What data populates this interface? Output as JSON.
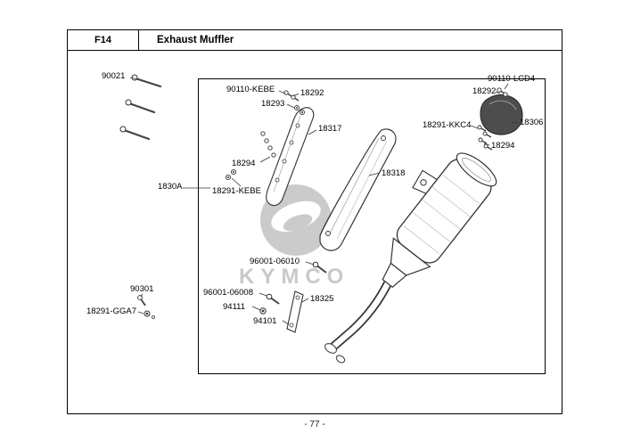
{
  "header": {
    "code": "F14",
    "title": "Exhaust Muffler"
  },
  "page_number": "- 77 -",
  "watermark": "KYMCO",
  "labels": {
    "p90021": "90021",
    "p90110_kebe": "90110-KEBE",
    "p18292_a": "18292",
    "p18293": "18293",
    "p18317": "18317",
    "p90110_lcd4": "90110-LCD4",
    "p18292_b": "18292",
    "p18306": "18306",
    "p18291_kkc4": "18291-KKC4",
    "p18294_a": "18294",
    "p18294_b": "18294",
    "p1830a": "1830A",
    "p18291_kebe": "18291-KEBE",
    "p18318": "18318",
    "p96001_06010": "96001-06010",
    "p90301": "90301",
    "p96001_06008": "96001-06008",
    "p94111": "94111",
    "p18291_gga7": "18291-GGA7",
    "p18325": "18325",
    "p94101": "94101"
  }
}
